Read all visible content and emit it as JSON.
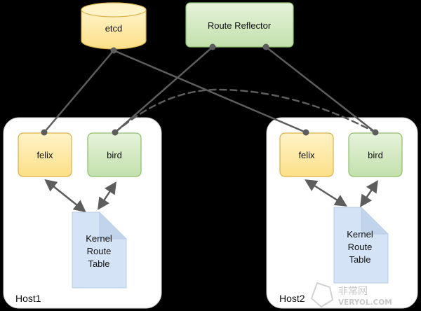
{
  "nodes": {
    "etcd": "etcd",
    "route_reflector": "Route Reflector",
    "host1": {
      "label": "Host1",
      "felix": "felix",
      "bird": "bird",
      "kernel_route_table": [
        "Kernel",
        "Route",
        "Table"
      ]
    },
    "host2": {
      "label": "Host2",
      "felix": "felix",
      "bird": "bird",
      "kernel_route_table": [
        "Kernel",
        "Route",
        "Table"
      ]
    }
  },
  "watermark": {
    "chinese": "非常网",
    "latin": "VERYOL.COM"
  },
  "colors": {
    "background": "#000000",
    "host_fill": "#ffffff",
    "yellow_fill": "#fde9a5",
    "yellow_stroke": "#d9b24a",
    "green_fill": "#d8ecc8",
    "green_stroke": "#8dbf6c",
    "doc_fill": "#d5e3f6",
    "line": "#5d5d5d"
  }
}
